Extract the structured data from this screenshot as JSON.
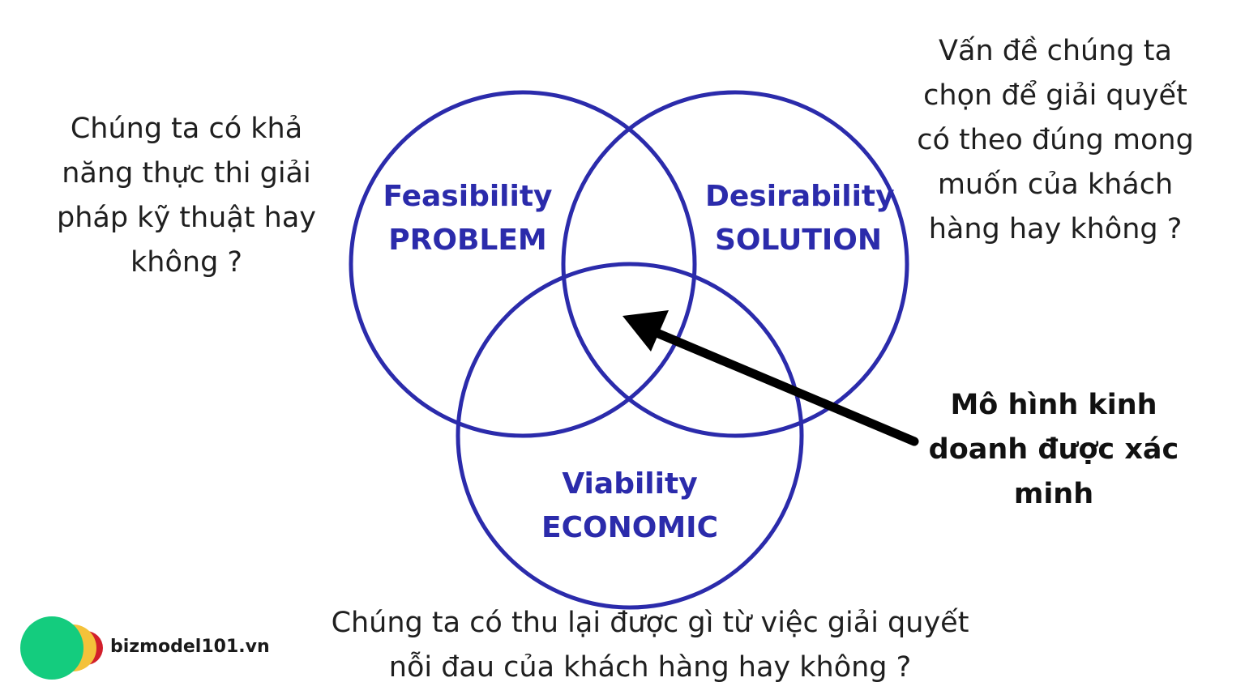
{
  "colors": {
    "circle_stroke": "#2b2bab",
    "label": "#2b2bab",
    "arrow": "#000000",
    "text": "#1f1f1f",
    "logo_green": "#14cc7e",
    "logo_yellow": "#f4c23a",
    "logo_red": "#d21f2b"
  },
  "circles": {
    "feasibility": {
      "title": "Feasibility",
      "subtitle": "PROBLEM"
    },
    "desirability": {
      "title": "Desirability",
      "subtitle": "SOLUTION"
    },
    "viability": {
      "title": "Viability",
      "subtitle": "ECONOMIC"
    }
  },
  "notes": {
    "left": [
      "Chúng ta có khả",
      "năng thực thi giải",
      "pháp kỹ thuật hay",
      "không ?"
    ],
    "right": [
      "Vấn đề chúng ta",
      "chọn để giải quyết",
      "có theo đúng mong",
      "muốn của khách",
      "hàng hay không ?"
    ],
    "bottom": [
      "Chúng ta có thu lại được gì từ việc giải quyết",
      "nỗi đau của khách hàng hay không ?"
    ],
    "center_callout": [
      "Mô hình kinh",
      "doanh được xác",
      "minh"
    ]
  },
  "brand": {
    "name": "bizmodel101.vn",
    "logo_icon": "overlapping-dots-logo-icon"
  },
  "arrow_icon": "arrow-pointing-to-intersection-icon"
}
